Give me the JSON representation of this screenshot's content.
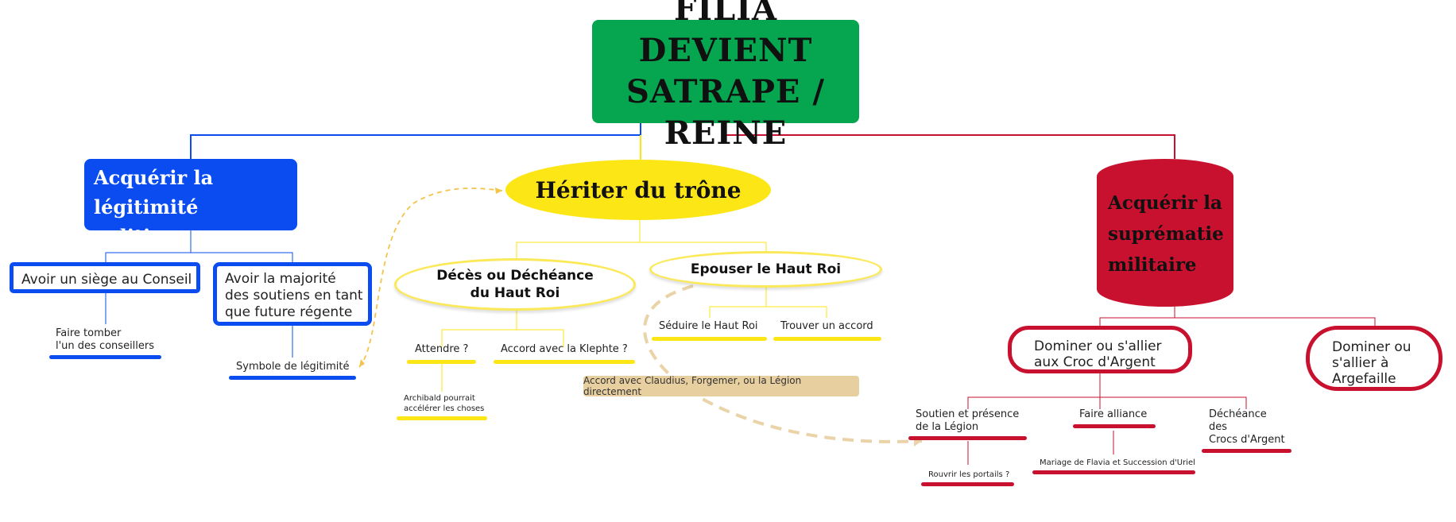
{
  "root": {
    "title": "FILIA DEVIENT\nSATRAPE / REINE"
  },
  "branches": {
    "legitimacy": {
      "title": "Acquérir la\nlégitimité politique",
      "children": {
        "seat": "Avoir un siège au Conseil",
        "seat_sub": "Faire tomber\nl'un des conseillers",
        "majority": "Avoir la majorité\ndes soutiens en tant\nque future régente",
        "majority_sub": "Symbole de légitimité"
      }
    },
    "throne": {
      "title": "Hériter du trône",
      "children": {
        "death": "Décès ou Déchéance\ndu Haut Roi",
        "wait": "Attendre ?",
        "wait_sub": "Archibald pourrait\naccélérer les choses",
        "klephte": "Accord avec la Klephte ?",
        "marry": "Epouser le Haut Roi",
        "seduce": "Séduire le Haut Roi",
        "agreement": "Trouver un accord",
        "callout": "Accord avec Claudius, Forgemer, ou la Légion directement"
      }
    },
    "military": {
      "title": "Acquérir la\nsuprématie\nmilitaire",
      "children": {
        "croc": "Dominer ou s'allier\naux Croc d'Argent",
        "support": "Soutien et présence\nde la Légion",
        "portals": "Rouvrir les portails ?",
        "alliance": "Faire alliance",
        "wedding": "Mariage de Flavia et Succession d'Uriel",
        "fall": "Déchéance\ndes\nCrocs d'Argent",
        "argefaille": "Dominer ou\ns'allier à\nArgefaille"
      }
    }
  },
  "colors": {
    "root": "#05a64f",
    "blue": "#0a4cf0",
    "yellow": "#fde616",
    "red": "#c8112f",
    "callout": "#e8cfa0",
    "dashed_link": "#f3c34a",
    "dashed_cross": "#ead3a8"
  }
}
